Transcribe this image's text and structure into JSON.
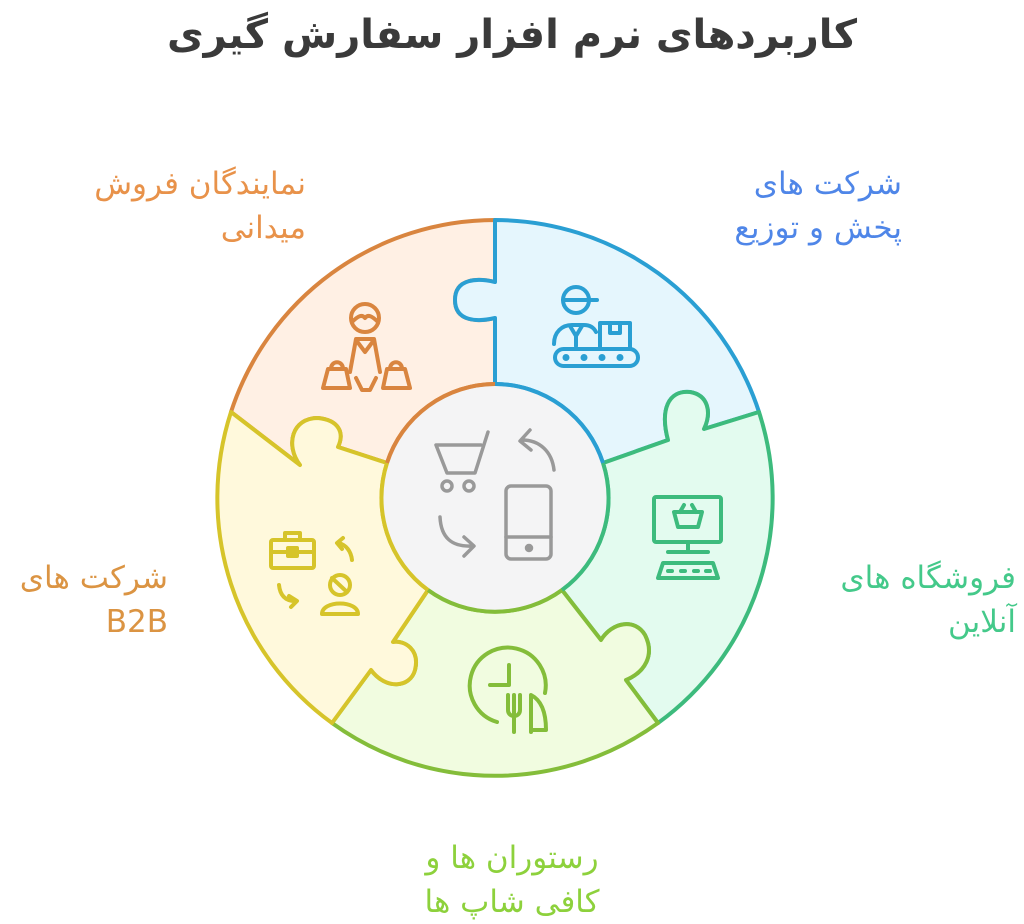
{
  "title": "کاربردهای نرم افزار سفارش گیری",
  "center": {
    "icon": "shopping-cart-mobile-exchange-icon",
    "fill": "#f4f4f5",
    "stroke_color": "#999999"
  },
  "segments": [
    {
      "id": "field-sales",
      "label_lines": [
        "نمایندگان فروش",
        "میدانی"
      ],
      "icon": "salesperson-with-bags-icon",
      "fill": "#fff0e4",
      "stroke": "#d9853f",
      "text_color": "#e8924a"
    },
    {
      "id": "distribution",
      "label_lines": [
        "شرکت های",
        "پخش و توزیع"
      ],
      "icon": "worker-conveyor-belt-icon",
      "fill": "#e5f6fd",
      "stroke": "#2a9fd3",
      "text_color": "#4f86e8"
    },
    {
      "id": "online-shops",
      "label_lines": [
        "فروشگاه های",
        "آنلاین"
      ],
      "icon": "computer-shopping-basket-icon",
      "fill": "#e3fbef",
      "stroke": "#3dbb7d",
      "text_color": "#44c98a"
    },
    {
      "id": "restaurants",
      "label_lines": [
        "رستوران ها و",
        "کافی شاپ ها"
      ],
      "icon": "clock-fork-knife-icon",
      "fill": "#f1fce0",
      "stroke": "#84bd3a",
      "text_color": "#8dd13c"
    },
    {
      "id": "b2b",
      "label_lines": [
        "شرکت های",
        "B2B"
      ],
      "icon": "briefcase-person-exchange-icon",
      "fill": "#fff9dc",
      "stroke": "#d6c42a",
      "text_color": "#db9443"
    }
  ]
}
